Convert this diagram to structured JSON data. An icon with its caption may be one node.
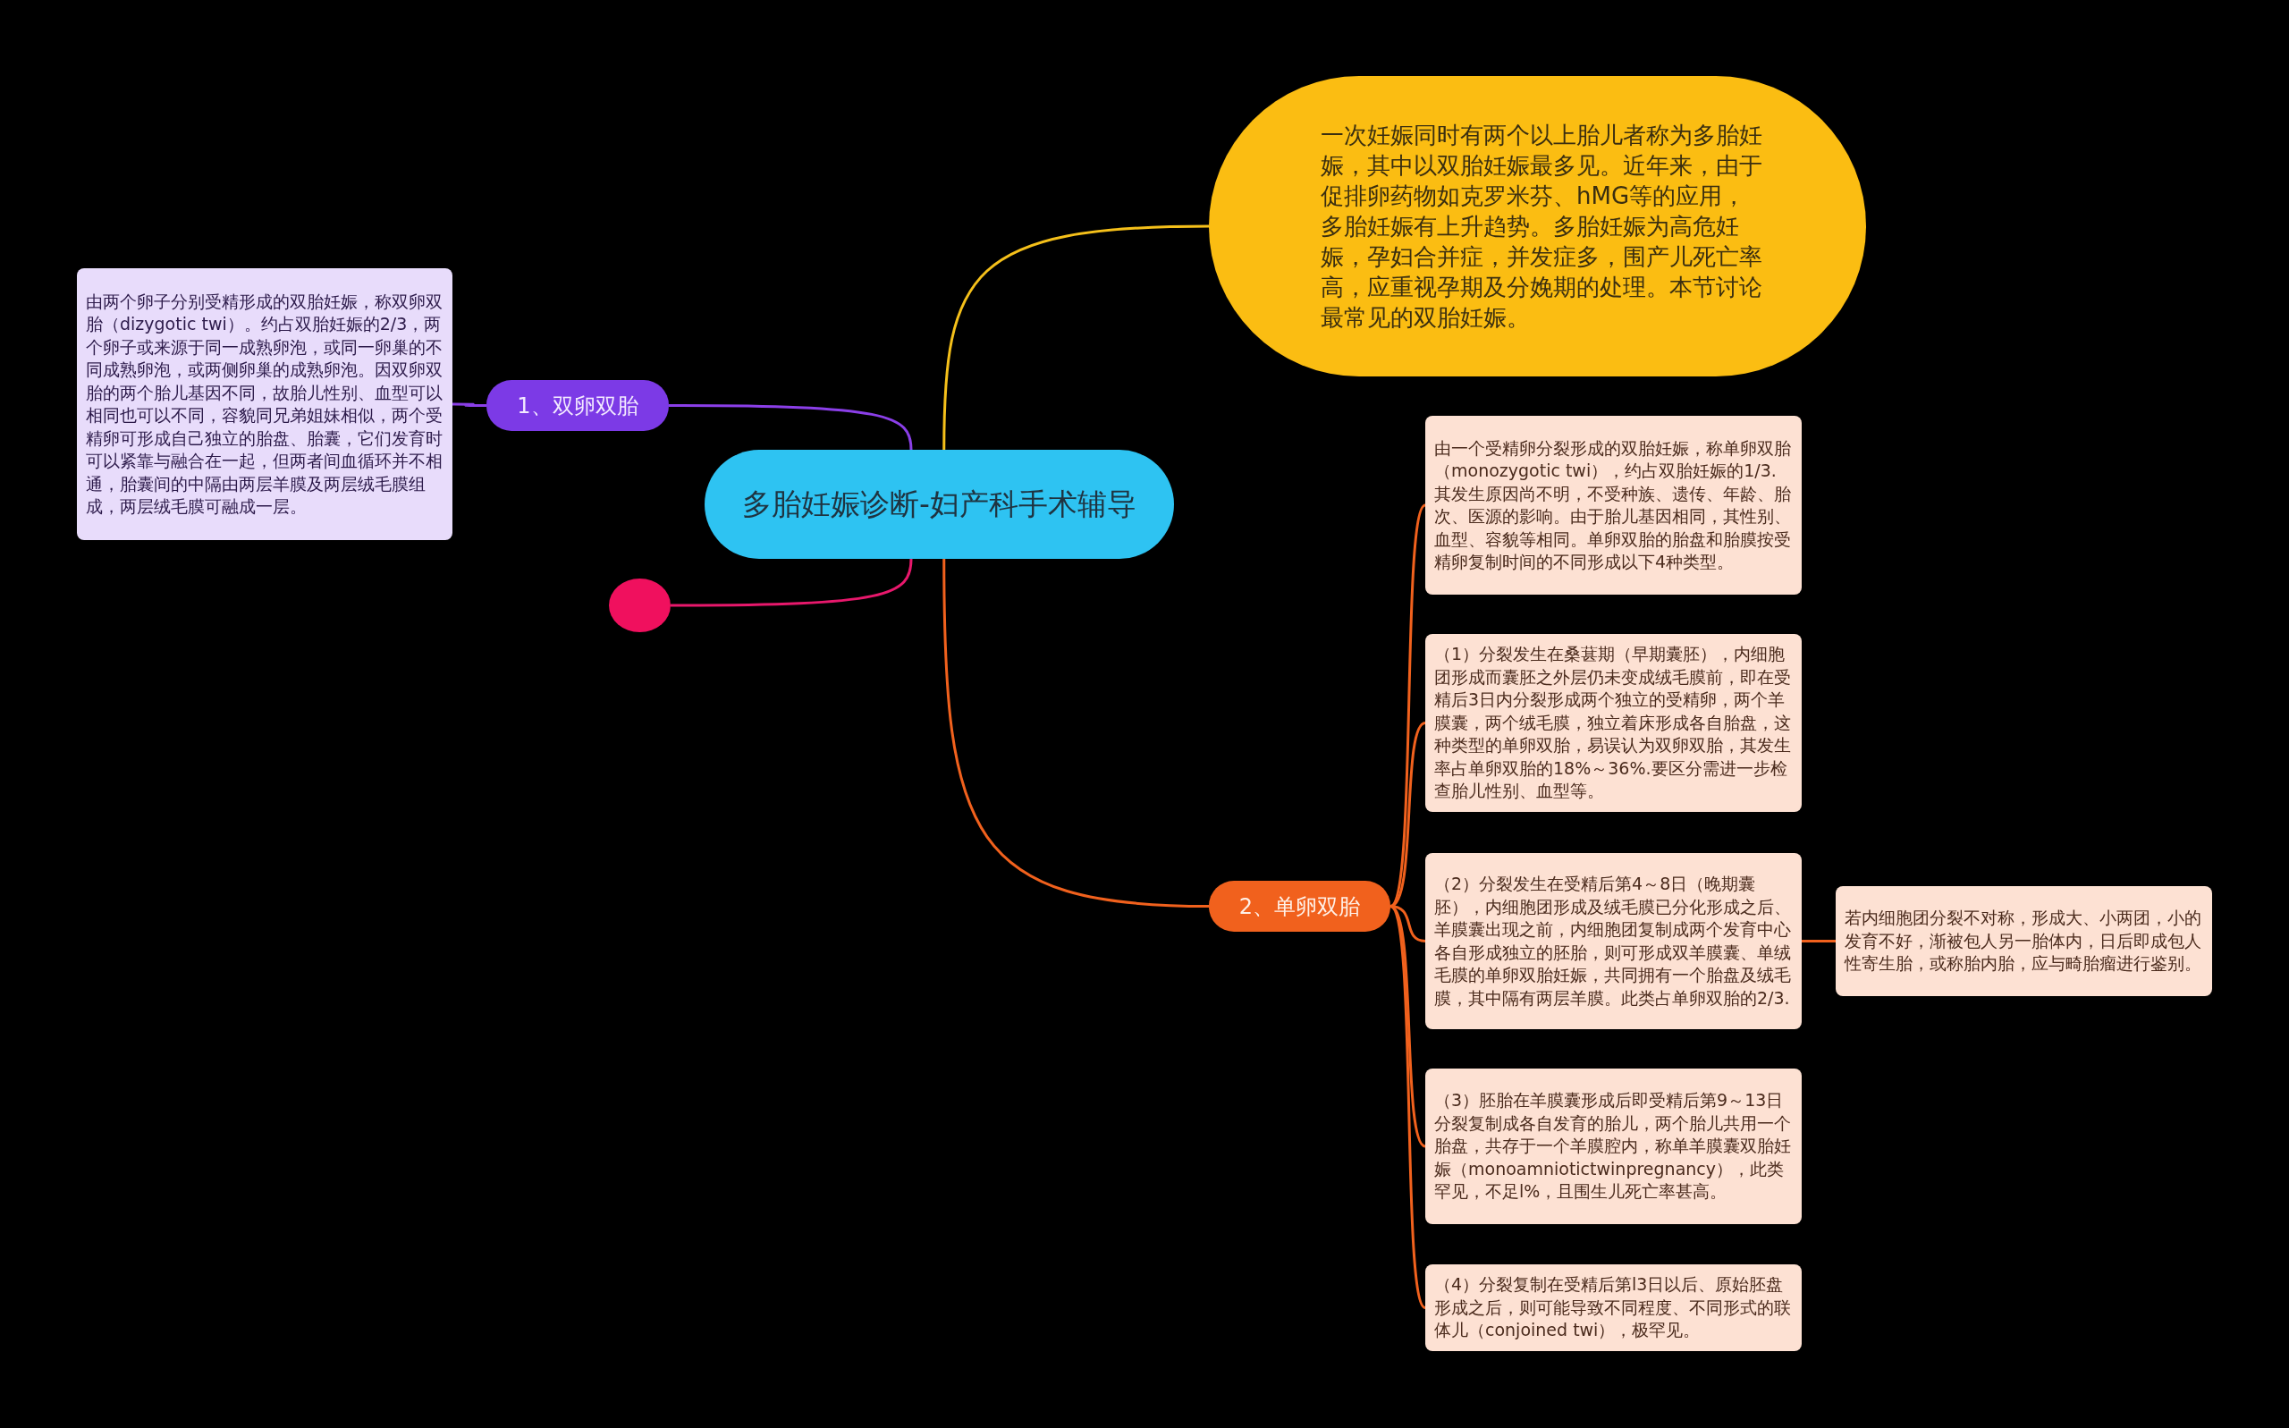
{
  "diagram": {
    "nodes": [
      {
        "text": [
          "多胎妊娠诊断-妇产科手术辅导"
        ]
      },
      {
        "text": [
          "一次妊娠同时有两个以上胎儿者称为多胎妊娠，其中以双胎妊娠最多见。近年来，由于促排卵药物如克罗米芬、hMG等的应用，多胎妊娠有上升趋势。多胎妊娠为高危妊娠，孕妇合并症，并发症多，围产儿死亡率高，应重视孕期及分娩期的处理。本节讨论最常见的双胎妊娠。"
        ]
      },
      {
        "text": [
          "1、双卵双胎"
        ]
      },
      {
        "text": [
          "由两个卵子分别受精形成的双胎妊娠，称双卵双胎（dizygotic twi）。约占双胎妊娠的2/3，两个卵子或来源于同一成熟卵泡，或同一卵巢的不同成熟卵泡，或两侧卵巢的成熟卵泡。因双卵双胎的两个胎儿基因不同，故胎儿性别、血型可以相同也可以不同，容貌同兄弟姐妹相似，两个受精卵可形成自己独立的胎盘、胎囊，它们发育时可以紧靠与融合在一起，但两者间血循环并不相通，胎囊间的中隔由两层羊膜及两层绒毛膜组成，两层绒毛膜可融成一层。"
        ]
      },
      {
        "text": [],
        "shape": "circle"
      },
      {
        "text": [
          "2、单卵双胎"
        ]
      },
      {
        "text": [
          "由一个受精卵分裂形成的双胎妊娠，称单卵双胎（monozygotic twi），约占双胎妊娠的1/3.其发生原因尚不明，不受种族、遗传、年龄、胎次、医源的影响。由于胎儿基因相同，其性别、血型、容貌等相同。单卵双胎的胎盘和胎膜按受精卵复制时间的不同形成以下4种类型。"
        ]
      },
      {
        "text": [
          "（1）分裂发生在桑葚期（早期囊胚），内细胞团形成而囊胚之外层仍未变成绒毛膜前，即在受精后3日内分裂形成两个独立的受精卵，两个羊膜囊，两个绒毛膜，独立着床形成各自胎盘，这种类型的单卵双胎，易误认为双卵双胎，其发生率占单卵双胎的18%～36%.要区分需进一步检查胎儿性别、血型等。"
        ]
      },
      {
        "text": [
          "（2）分裂发生在受精后第4～8日（晚期囊胚），内细胞团形成及绒毛膜已分化形成之后、羊膜囊出现之前，内细胞团复制成两个发育中心各自形成独立的胚胎，则可形成双羊膜囊、单绒毛膜的单卵双胎妊娠，共同拥有一个胎盘及绒毛膜，其中隔有两层羊膜。此类占单卵双胎的2/3."
        ]
      },
      {
        "text": [
          "（3）胚胎在羊膜囊形成后即受精后第9～13日分裂复制成各自发育的胎儿，两个胎儿共用一个胎盘，共存于一个羊膜腔内，称单羊膜囊双胎妊娠（monoamniotictwinpregnancy），此类罕见，不足l%，且围生儿死亡率甚高。"
        ]
      },
      {
        "text": [
          "（4）分裂复制在受精后第l3日以后、原始胚盘形成之后，则可能导致不同程度、不同形式的联体儿（conjoined twi），极罕见。"
        ]
      },
      {
        "text": [
          "若内细胞团分裂不对称，形成大、小两团，小的发育不好，渐被包人另一胎体内，日后即成包人性寄生胎，或称胎内胎，应与畸胎瘤进行鉴别。"
        ]
      }
    ],
    "edges": [
      {
        "from": 0,
        "to": 1,
        "arrow": "none",
        "color": "#f5c01a"
      },
      {
        "from": 0,
        "to": 2,
        "arrow": "none",
        "color": "#8b3fe8"
      },
      {
        "from": 2,
        "to": 3,
        "arrow": "none",
        "color": "#8b3fe8"
      },
      {
        "from": 0,
        "to": 4,
        "arrow": "none",
        "color": "#e8186c"
      },
      {
        "from": 0,
        "to": 5,
        "arrow": "none"
      },
      {
        "from": 5,
        "to": 6,
        "arrow": "none"
      },
      {
        "from": 5,
        "to": 7,
        "arrow": "none"
      },
      {
        "from": 5,
        "to": 8,
        "arrow": "none"
      },
      {
        "from": 5,
        "to": 9,
        "arrow": "none"
      },
      {
        "from": 5,
        "to": 10,
        "arrow": "none"
      },
      {
        "from": 8,
        "to": 11,
        "arrow": "none"
      }
    ]
  }
}
